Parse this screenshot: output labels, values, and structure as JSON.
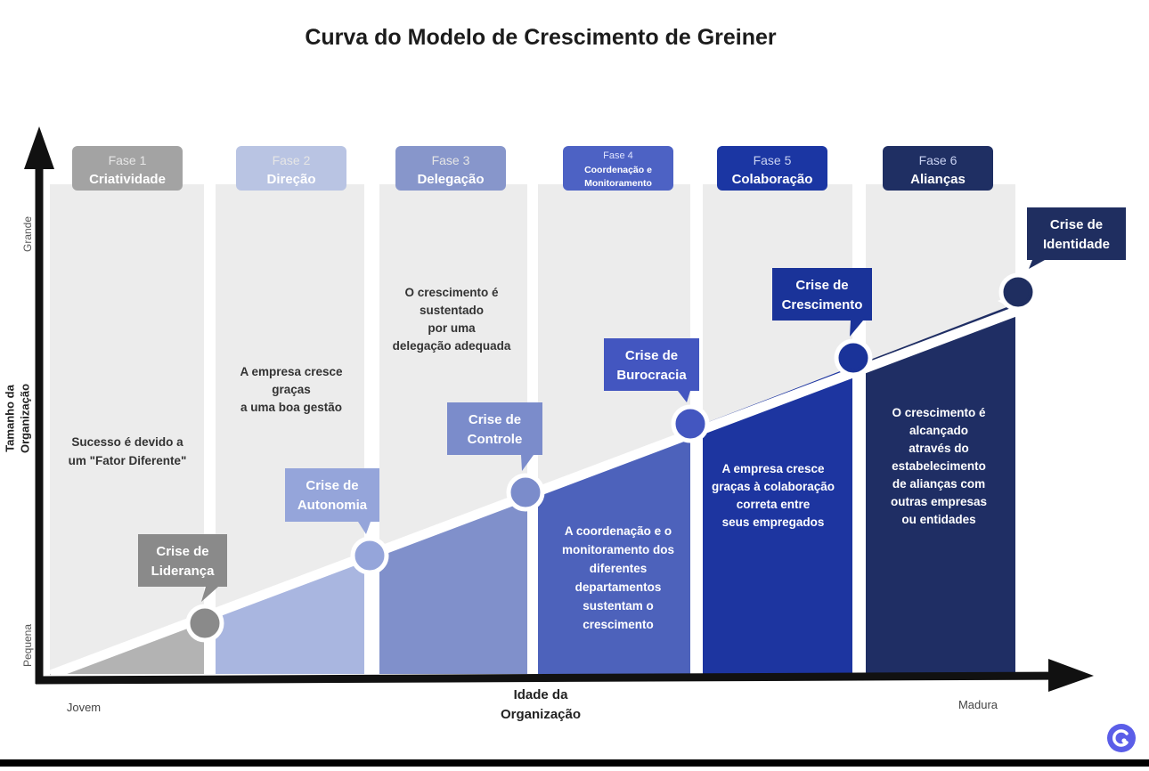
{
  "title": "Curva do Modelo de Crescimento de Greiner",
  "axes": {
    "y_label_line1": "Tamanho da",
    "y_label_line2": "Organização",
    "y_tick_top": "Grande",
    "y_tick_bottom": "Pequena",
    "x_label_line1": "Idade da",
    "x_label_line2": "Organização",
    "x_tick_left": "Jovem",
    "x_tick_right": "Madura"
  },
  "phases": [
    {
      "phase": "Fase 1",
      "name": [
        "Criatividade"
      ],
      "header_color": "#a3a3a3",
      "fill_color": "#b3b3b3",
      "text_color": "#333333",
      "description": [
        "Sucesso é devido a",
        "um \"Fator Diferente\""
      ]
    },
    {
      "phase": "Fase 2",
      "name": [
        "Direção"
      ],
      "header_color": "#b9c4e3",
      "fill_color": "#a9b6e0",
      "text_color": "#333333",
      "description": [
        "A empresa cresce",
        "graças",
        "a uma boa gestão"
      ]
    },
    {
      "phase": "Fase 3",
      "name": [
        "Delegação"
      ],
      "header_color": "#8796cb",
      "fill_color": "#8090cb",
      "text_color": "#333333",
      "description": [
        "O crescimento é",
        "sustentado",
        "por uma",
        "delegação adequada"
      ]
    },
    {
      "phase": "Fase 4",
      "name": [
        "Coordenação e",
        "Monitoramento"
      ],
      "header_color": "#4d62c4",
      "fill_color": "#4d62bb",
      "text_color": "#ffffff",
      "description": [
        "A coordenação e o",
        "monitoramento dos",
        "diferentes",
        "departamentos",
        "sustentam o",
        "crescimento"
      ]
    },
    {
      "phase": "Fase 5",
      "name": [
        "Colaboração"
      ],
      "header_color": "#1b36a3",
      "fill_color": "#1d35a0",
      "text_color": "#ffffff",
      "description": [
        "A empresa cresce",
        "graças à colaboração",
        "correta entre",
        "seus empregados"
      ]
    },
    {
      "phase": "Fase 6",
      "name": [
        "Alianças"
      ],
      "header_color": "#1f2f63",
      "fill_color": "#1f2e64",
      "text_color": "#ffffff",
      "description": [
        "O crescimento é",
        "alcançado",
        "através do",
        "estabelecimento",
        "de alianças com",
        "outras empresas",
        "ou entidades"
      ]
    }
  ],
  "crises": [
    {
      "label": [
        "Crise de",
        "Liderança"
      ],
      "color": "#8a8a8a"
    },
    {
      "label": [
        "Crise de",
        "Autonomia"
      ],
      "color": "#95a5da"
    },
    {
      "label": [
        "Crise de",
        "Controle"
      ],
      "color": "#7b8ccb"
    },
    {
      "label": [
        "Crise de",
        "Burocracia"
      ],
      "color": "#4356c0"
    },
    {
      "label": [
        "Crise de",
        "Crescimento"
      ],
      "color": "#1a3399"
    },
    {
      "label": [
        "Crise de",
        "Identidade"
      ],
      "color": "#1f2e60"
    }
  ]
}
